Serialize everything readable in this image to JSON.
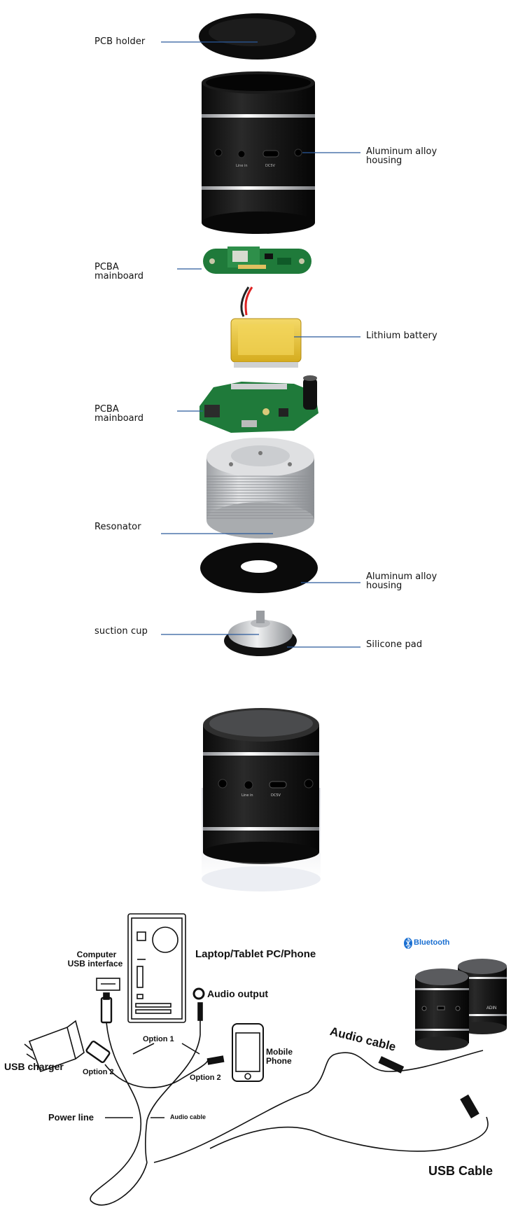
{
  "exploded_view": {
    "labels": {
      "pcb_holder": "PCB  holder",
      "housing_top": [
        "Aluminum alloy",
        "housing"
      ],
      "pcba_top": [
        "PCBA",
        "mainboard"
      ],
      "battery": "Lithium battery",
      "pcba_bottom": [
        "PCBA",
        "mainboard"
      ],
      "resonator": "Resonator",
      "housing_bottom": [
        "Aluminum alloy",
        "housing"
      ],
      "suction_cup": "suction cup",
      "silicone_pad": "Silicone  pad"
    },
    "housing_ports": [
      "Line in",
      "DC5V"
    ]
  },
  "product_photo": {
    "ports": [
      "Line in",
      "DC5V"
    ]
  },
  "connection_diagram": {
    "laptop": "Laptop/Tablet PC/Phone",
    "computer_usb": [
      "Computer",
      "USB interface"
    ],
    "audio_output": "Audio output",
    "usb_charger": "USB charger",
    "option1": "Option 1",
    "option2_left": "Option 2",
    "option2_right": "Option 2",
    "mobile_phone": [
      "Mobile",
      "Phone"
    ],
    "power_line": "Power line",
    "audio_cable_small": "Audio cable",
    "audio_cable_large": "Audio cable",
    "usb_cable": "USB Cable",
    "bluetooth": "Bluetooth",
    "brand": "ADIN"
  },
  "colors": {
    "leader_line": "#2a5a9c",
    "housing": "#141414",
    "pcb_green": "#1f7a3a",
    "battery_yellow": "#e8c43a",
    "resonator_silver": "#c9cbce",
    "bluetooth_blue": "#1a6fd1"
  }
}
